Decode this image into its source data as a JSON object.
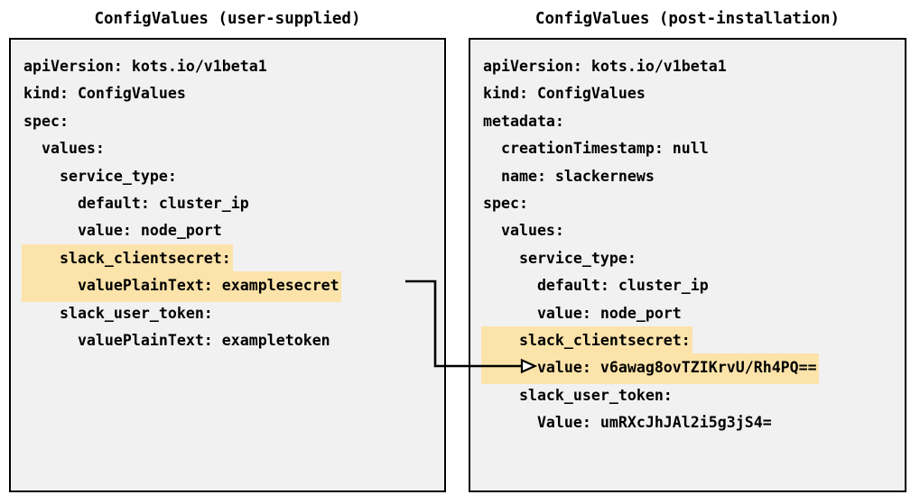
{
  "diagram": {
    "title_left": "ConfigValues (user-supplied)",
    "title_right": "ConfigValues (post-installation)",
    "highlight_color": "#fce3a9",
    "panel_background": "#f1f1f1",
    "border_color": "#000000",
    "connector": {
      "label": "plaintext-secret-to-encrypted-value-arrow",
      "from": "valuePlainText: examplesecret",
      "to": "value: v6awag8ovTZIKrvU/Rh4PQ=="
    }
  },
  "left_panel": {
    "name": "config-values-user-supplied",
    "lines": [
      {
        "text": "apiVersion: kots.io/v1beta1",
        "highlight": false
      },
      {
        "text": "kind: ConfigValues",
        "highlight": false
      },
      {
        "text": "spec:",
        "highlight": false
      },
      {
        "text": "  values:",
        "highlight": false
      },
      {
        "text": "    service_type:",
        "highlight": false
      },
      {
        "text": "      default: cluster_ip",
        "highlight": false
      },
      {
        "text": "      value: node_port",
        "highlight": false
      },
      {
        "text": "    slack_clientsecret:",
        "highlight": true
      },
      {
        "text": "      valuePlainText: examplesecret",
        "highlight": true
      },
      {
        "text": "    slack_user_token:",
        "highlight": false
      },
      {
        "text": "      valuePlainText: exampletoken",
        "highlight": false
      }
    ]
  },
  "right_panel": {
    "name": "config-values-post-installation",
    "lines": [
      {
        "text": "apiVersion: kots.io/v1beta1",
        "highlight": false
      },
      {
        "text": "kind: ConfigValues",
        "highlight": false
      },
      {
        "text": "metadata:",
        "highlight": false
      },
      {
        "text": "  creationTimestamp: null",
        "highlight": false
      },
      {
        "text": "  name: slackernews",
        "highlight": false
      },
      {
        "text": "spec:",
        "highlight": false
      },
      {
        "text": "  values:",
        "highlight": false
      },
      {
        "text": "    service_type:",
        "highlight": false
      },
      {
        "text": "      default: cluster_ip",
        "highlight": false
      },
      {
        "text": "      value: node_port",
        "highlight": false
      },
      {
        "text": "    slack_clientsecret:",
        "highlight": true
      },
      {
        "text": "      value: v6awag8ovTZIKrvU/Rh4PQ==",
        "highlight": true
      },
      {
        "text": "    slack_user_token:",
        "highlight": false
      },
      {
        "text": "      Value: umRXcJhJAl2i5g3jS4=",
        "highlight": false
      }
    ]
  }
}
